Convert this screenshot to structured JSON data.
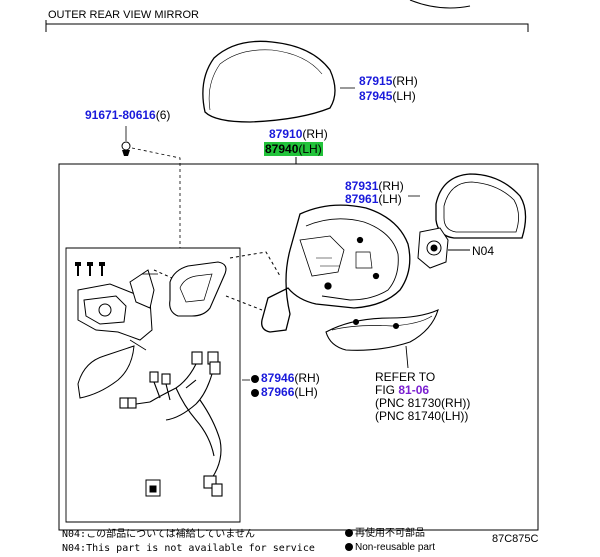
{
  "title": "OUTER REAR VIEW MIRROR",
  "parts": {
    "cover": {
      "rh": "87915",
      "rh_suffix": "(RH)",
      "lh": "87945",
      "lh_suffix": "(LH)"
    },
    "screw": {
      "pn": "91671-80616",
      "qty": "(6)"
    },
    "assembly": {
      "rh": "87910",
      "rh_suffix": "(RH)",
      "lh": "87940",
      "lh_suffix": "(LH)"
    },
    "glass": {
      "rh": "87931",
      "rh_suffix": "(RH)",
      "lh": "87961",
      "lh_suffix": "(LH)"
    },
    "motor_note": "N04",
    "harness": {
      "rh": "87946",
      "rh_suffix": "(RH)",
      "lh": "87966",
      "lh_suffix": "(LH)"
    }
  },
  "refer": {
    "line1": "REFER TO",
    "line2_prefix": "FIG ",
    "line2_fig": "81-06",
    "line3": "(PNC 81730(RH))",
    "line4": "(PNC 81740(LH))"
  },
  "footer": {
    "n04_jp": "N04:この部品については補給していません",
    "n04_en": "N04:This part is not available for service",
    "nonreusable_jp": "再使用不可部品",
    "nonreusable_en": "Non-reusable part",
    "code": "87C875C"
  },
  "colors": {
    "part_number": "#1a1adb",
    "highlight": "#22c33a",
    "figure_ref": "#7a1fd1"
  }
}
